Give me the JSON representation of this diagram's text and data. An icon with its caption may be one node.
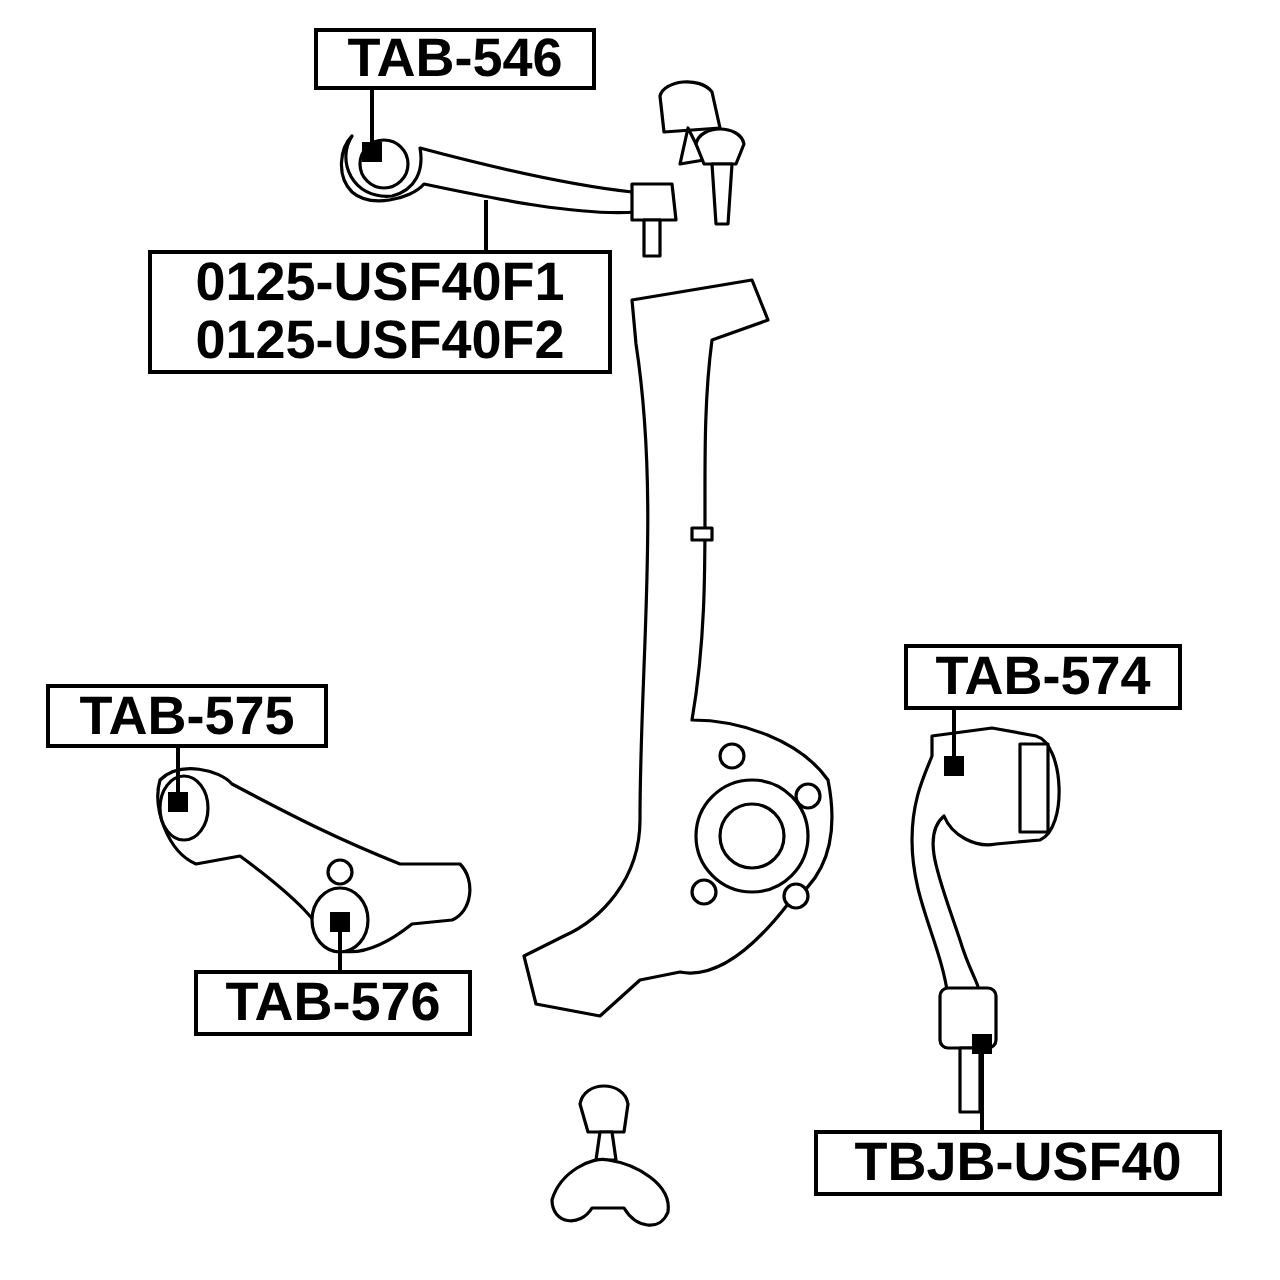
{
  "diagram": {
    "nodes": [
      {
        "text": [
          "TAB-546"
        ]
      },
      {
        "text": [
          "0125-USF40F1",
          "0125-USF40F2"
        ]
      },
      {
        "text": [
          "TAB-575"
        ]
      },
      {
        "text": [
          "TAB-576"
        ]
      },
      {
        "text": [
          "TAB-574"
        ]
      },
      {
        "text": [
          "TBJB-USF40"
        ]
      }
    ],
    "edges": [
      {
        "from": 0,
        "to": null,
        "arrow": "other"
      },
      {
        "from": 1,
        "to": null,
        "arrow": "none"
      },
      {
        "from": 2,
        "to": null,
        "arrow": "other"
      },
      {
        "from": 3,
        "to": null,
        "arrow": "other"
      },
      {
        "from": 4,
        "to": null,
        "arrow": "other"
      },
      {
        "from": 5,
        "to": null,
        "arrow": "other"
      }
    ]
  }
}
